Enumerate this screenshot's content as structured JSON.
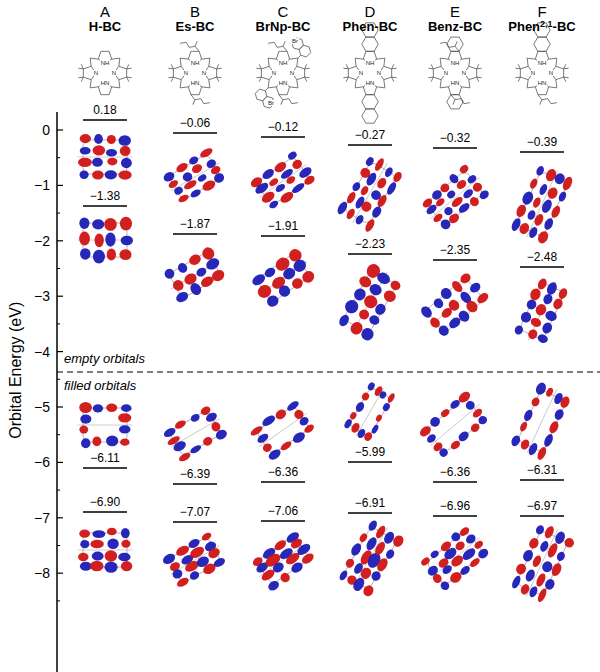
{
  "diagram": {
    "labels": [
      "A",
      "H-BC",
      "B",
      "Es-BC",
      "C",
      "BrNp-BC",
      "D",
      "Phen-BC",
      "E",
      "Benz-BC",
      "F",
      "Phen",
      "2,1",
      "-BC",
      "NH",
      "N",
      "N",
      "HN",
      "NH",
      "N",
      "N",
      "HN",
      "NH",
      "N",
      "N",
      "HN",
      "Br",
      "Br",
      "NH",
      "N",
      "N",
      "HN",
      "NH",
      "N",
      "N",
      "HN",
      "NH",
      "N",
      "N",
      "HN",
      "0",
      "−1",
      "−2",
      "−3",
      "−4",
      "−5",
      "−6",
      "−7",
      "−8",
      "Orbital Energy (eV)",
      "0.18",
      "−0.06",
      "−0.12",
      "−0.27",
      "−0.32",
      "−0.39",
      "−1.38",
      "−1.87",
      "−1.91",
      "−2.23",
      "−2.35",
      "−2.48",
      "empty orbitals",
      "filled orbitals",
      "−6.11",
      "−6.39",
      "−6.36",
      "−5.99",
      "−6.36",
      "−6.31",
      "−6.90",
      "−7.07",
      "−7.06",
      "−6.91",
      "−6.96",
      "−6.97"
    ]
  }
}
